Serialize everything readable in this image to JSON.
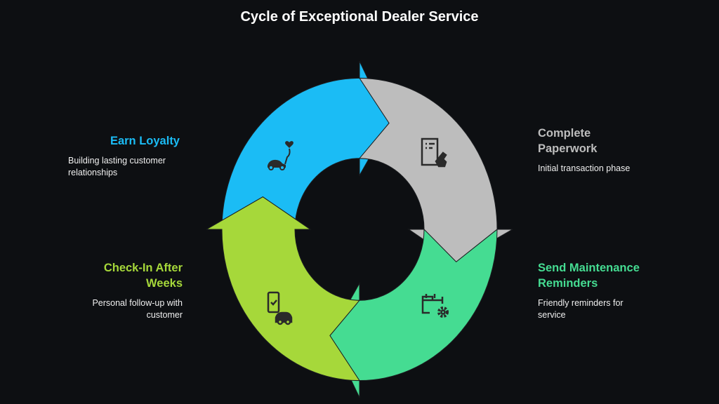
{
  "title": "Cycle of Exceptional Dealer Service",
  "steps": [
    {
      "key": "loyalty",
      "heading_line1": "Earn Loyalty",
      "heading_line2": "",
      "desc_line1": "Building lasting customer",
      "desc_line2": "relationships",
      "color": "#1bbcf5",
      "icon": "car-heart-icon"
    },
    {
      "key": "paper",
      "heading_line1": "Complete",
      "heading_line2": "Paperwork",
      "desc_line1": "Initial transaction phase",
      "desc_line2": "",
      "color": "#bdbdbd",
      "icon": "document-sign-icon"
    },
    {
      "key": "maint",
      "heading_line1": "Send Maintenance",
      "heading_line2": "Reminders",
      "desc_line1": "Friendly reminders for",
      "desc_line2": "service",
      "color": "#45dc92",
      "icon": "calendar-gear-icon"
    },
    {
      "key": "checkin",
      "heading_line1": "Check-In After",
      "heading_line2": "Weeks",
      "desc_line1": "Personal follow-up with",
      "desc_line2": "customer",
      "color": "#a6d83a",
      "icon": "phone-check-car-icon"
    }
  ]
}
